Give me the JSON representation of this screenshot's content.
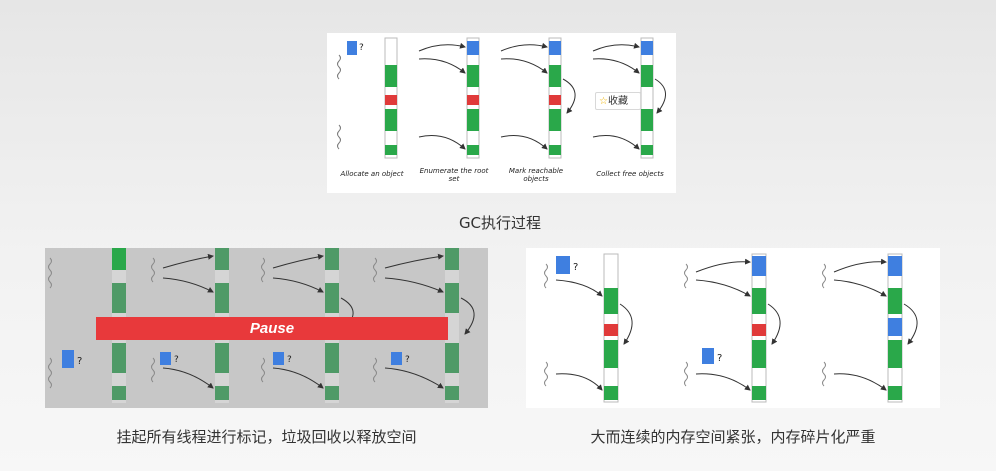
{
  "colors": {
    "live": "#2aa84a",
    "live_dim": "#4f9a67",
    "unreachable": "#e03a3a",
    "new_object": "#3f7fe0",
    "arrow": "#333333",
    "pause": "#e8393b"
  },
  "top_diagram": {
    "steps": [
      {
        "label": "Allocate an object"
      },
      {
        "label": "Enumerate the root set"
      },
      {
        "label": "Mark reachable objects"
      },
      {
        "label": "Collect free objects"
      }
    ],
    "caption": "GC执行过程"
  },
  "favorite_badge": {
    "icon": "star-icon",
    "label": "收藏"
  },
  "bottom_left": {
    "pause_label": "Pause",
    "question_mark": "?",
    "caption": "挂起所有线程进行标记，垃圾回收以释放空间"
  },
  "bottom_right": {
    "question_mark": "?",
    "caption": "大而连续的内存空间紧张，内存碎片化严重"
  },
  "top_question_mark": "?"
}
